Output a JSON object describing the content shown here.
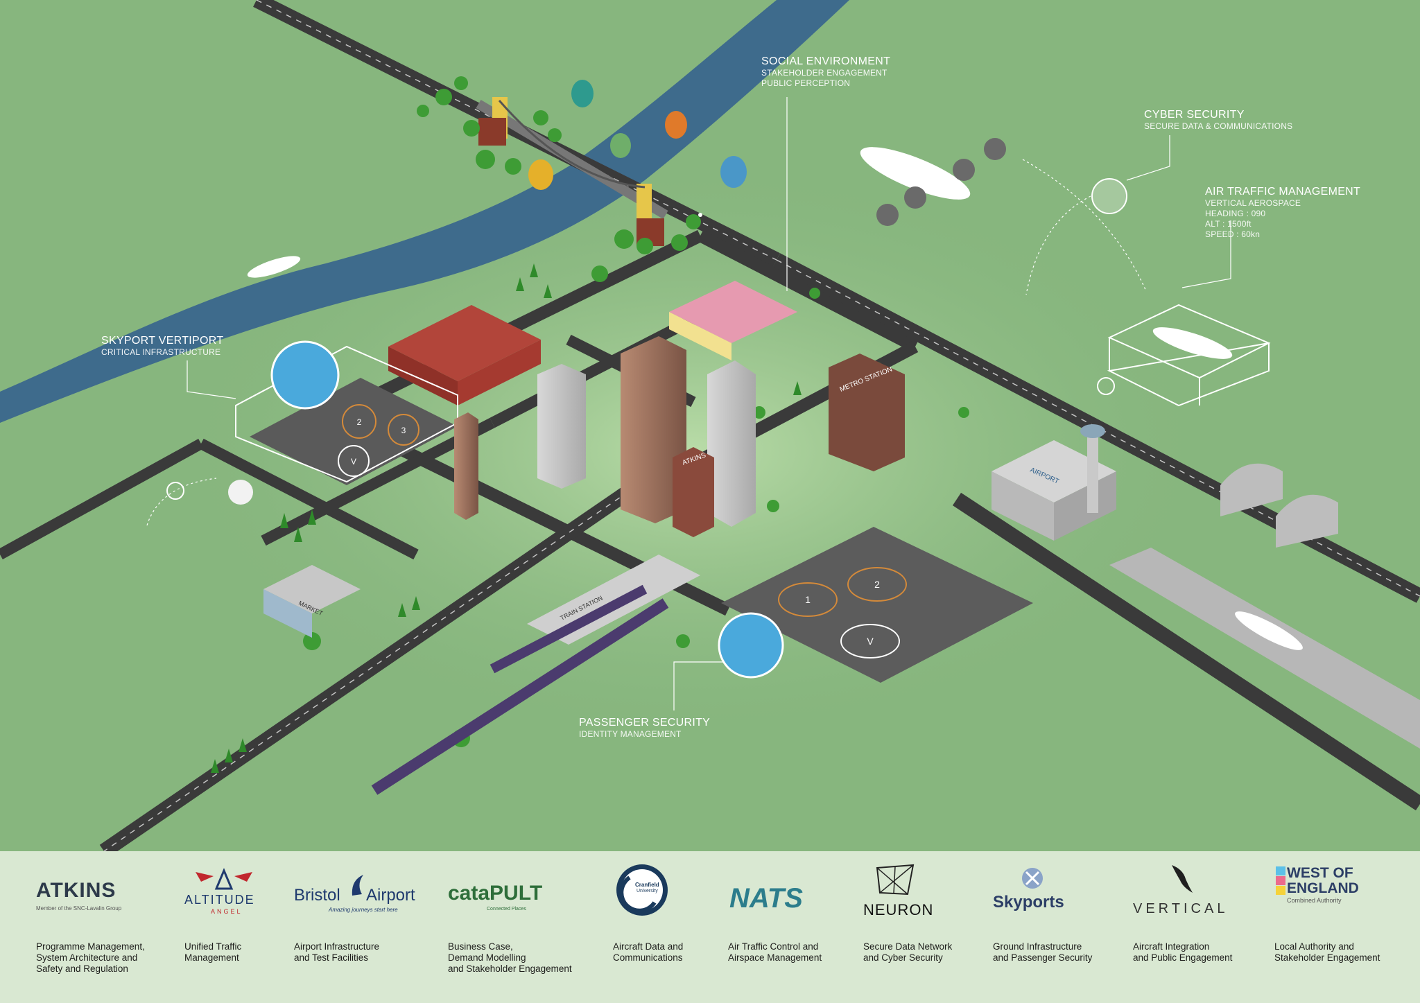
{
  "callouts": {
    "social": {
      "title": "SOCIAL ENVIRONMENT",
      "lines": [
        "STAKEHOLDER ENGAGEMENT",
        "PUBLIC PERCEPTION"
      ]
    },
    "cyber": {
      "title": "CYBER SECURITY",
      "lines": [
        "SECURE DATA & COMMUNICATIONS"
      ]
    },
    "atm": {
      "title": "AIR TRAFFIC MANAGEMENT",
      "lines": [
        "VERTICAL AEROSPACE",
        "HEADING : 090",
        "ALT : 1500ft",
        "SPEED : 60kn"
      ]
    },
    "skyport": {
      "title": "SKYPORT VERTIPORT",
      "lines": [
        "CRITICAL INFRASTRUCTURE"
      ]
    },
    "passenger": {
      "title": "PASSENGER SECURITY",
      "lines": [
        "IDENTITY MANAGEMENT"
      ]
    }
  },
  "map_labels": {
    "metro_station": "METRO STATION",
    "atkins_building": "ATKINS",
    "airport": "AIRPORT",
    "market": "MARKET",
    "train_station": "TRAIN STATION",
    "pad_2": "2",
    "pad_3": "3",
    "pad_v": "V",
    "pad_1": "1",
    "pad2_2": "2",
    "pad2_v": "V"
  },
  "partners": [
    {
      "logo": "ATKINS",
      "logo_sub": "Member of the SNC-Lavalin Group",
      "desc": [
        "Programme Management,",
        "System Architecture and",
        "Safety and Regulation"
      ]
    },
    {
      "logo": "ALTITUDE",
      "logo_sub": "ANGEL",
      "desc": [
        "Unified Traffic",
        "Management"
      ]
    },
    {
      "logo": "Bristol",
      "logo2": "Airport",
      "logo_sub": "Amazing journeys start here",
      "desc": [
        "Airport Infrastructure",
        "and Test Facilities"
      ]
    },
    {
      "logo": "cataPULT",
      "logo_sub": "Connected Places",
      "desc": [
        "Business Case,",
        "Demand Modelling",
        "and Stakeholder Engagement"
      ]
    },
    {
      "logo": "Cranfield",
      "logo_sub": "University",
      "desc": [
        "Aircraft Data and",
        "Communications"
      ]
    },
    {
      "logo": "NATS",
      "desc": [
        "Air Traffic Control and",
        "Airspace Management"
      ]
    },
    {
      "logo": "NEURON",
      "desc": [
        "Secure Data Network",
        "and Cyber Security"
      ]
    },
    {
      "logo": "Skyports",
      "desc": [
        "Ground Infrastructure",
        "and Passenger Security"
      ]
    },
    {
      "logo": "VERTICAL",
      "desc": [
        "Aircraft Integration",
        "and Public Engagement"
      ]
    },
    {
      "logo": "WEST OF",
      "logo2": "ENGLAND",
      "logo_sub": "Combined Authority",
      "desc": [
        "Local Authority and",
        "Stakeholder Engagement"
      ]
    }
  ],
  "colors": {
    "grass": "#87b67e",
    "river": "#3e6b8c",
    "road": "#3a3a3a",
    "footer": "#d9e8d2",
    "nats": "#2c7d8c",
    "altitude": "#c1272d",
    "bristol": "#1f3a6e",
    "catapult": "#2e6e3a"
  }
}
